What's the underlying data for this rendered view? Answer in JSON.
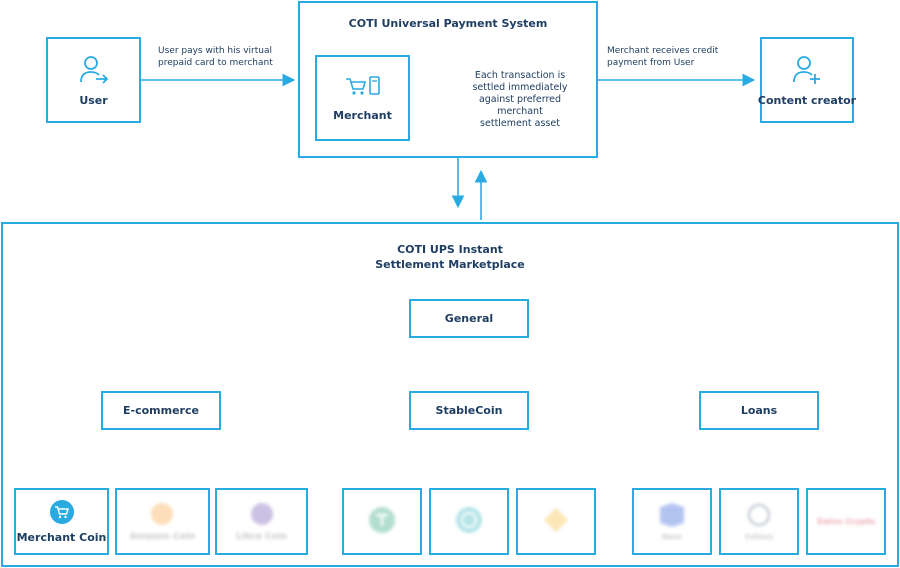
{
  "user": {
    "label": "User",
    "icon": "user-arrow-icon"
  },
  "creator": {
    "label": "Content creator",
    "icon": "user-add-icon"
  },
  "ups": {
    "title": "COTI Universal Payment System"
  },
  "merchant": {
    "label": "Merchant",
    "icon": "cart-terminal-icon"
  },
  "settlement_text": "Each transaction is settled immediately against preferred merchant settlement asset",
  "user_pays_text": "User pays with his virtual prepaid card to merchant",
  "merchant_receives_text": "Merchant receives credit payment from User",
  "marketplace": {
    "title_line1": "COTI UPS Instant",
    "title_line2": "Settlement Marketplace"
  },
  "general": "General",
  "categories": [
    "E-commerce",
    "StableCoin",
    "Loans"
  ],
  "ecommerce_tiles": [
    {
      "label": "Merchant Coin",
      "icon": "cart-coin-icon",
      "color": "#29abe2",
      "blurred": false
    },
    {
      "label": "Amazon Coin",
      "icon": "coin-icon",
      "color": "#f7a23b",
      "blurred": true
    },
    {
      "label": "Libra Coin",
      "icon": "coin-icon",
      "color": "#6c4fb0",
      "blurred": true
    }
  ],
  "stablecoin_tiles": [
    {
      "label": "",
      "icon": "tether-icon",
      "color": "#26a17b",
      "blurred": true
    },
    {
      "label": "",
      "icon": "usdc-icon",
      "color": "#2bb3c0",
      "blurred": true
    },
    {
      "label": "",
      "icon": "binance-icon",
      "color": "#f3ba2f",
      "blurred": true
    }
  ],
  "loans_tiles": [
    {
      "label": "Nexo",
      "icon": "nexo-icon",
      "color": "#2a5ada",
      "blurred": true
    },
    {
      "label": "Celsius",
      "icon": "celsius-icon",
      "color": "#3a4a6b",
      "blurred": true
    },
    {
      "label": "Swiss Crypto",
      "icon": "text-logo-icon",
      "color": "#c8102e",
      "blurred": true
    }
  ]
}
